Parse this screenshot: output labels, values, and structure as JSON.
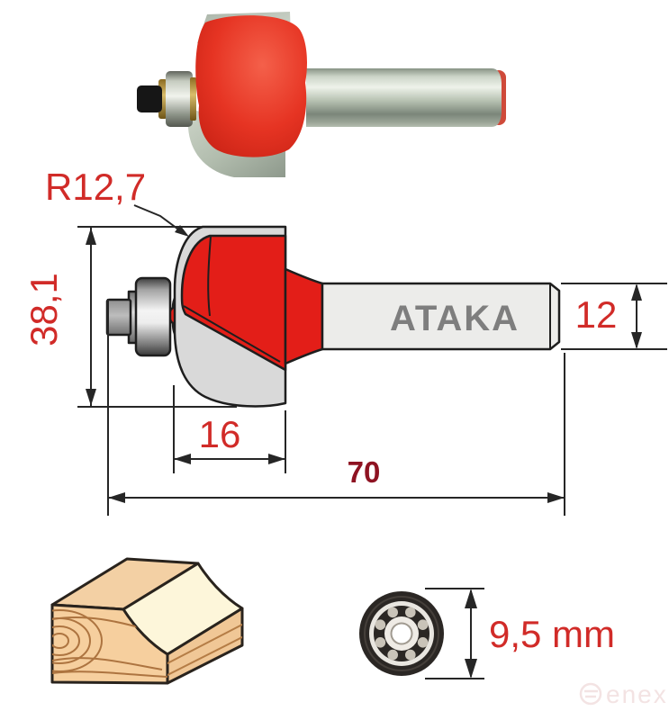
{
  "drawing": {
    "brand_label": "ATAKA",
    "radius_label": "R12,7",
    "height_label": "38,1",
    "shank_diameter_label": "12",
    "cutting_length_label": "16",
    "overall_length_label": "70"
  },
  "bearing": {
    "diameter_label": "9,5 mm"
  },
  "watermark": {
    "text": "enex"
  },
  "colors": {
    "cutter_red": "#e31e18",
    "dimension_text_red": "#d12b28",
    "overall_length_maroon": "#8e1322",
    "carbide_grey": "#d9d9d9",
    "shank_grey": "#ececea",
    "brand_text_grey": "#7e7e7e",
    "outline_dark": "#1e1e1e"
  }
}
